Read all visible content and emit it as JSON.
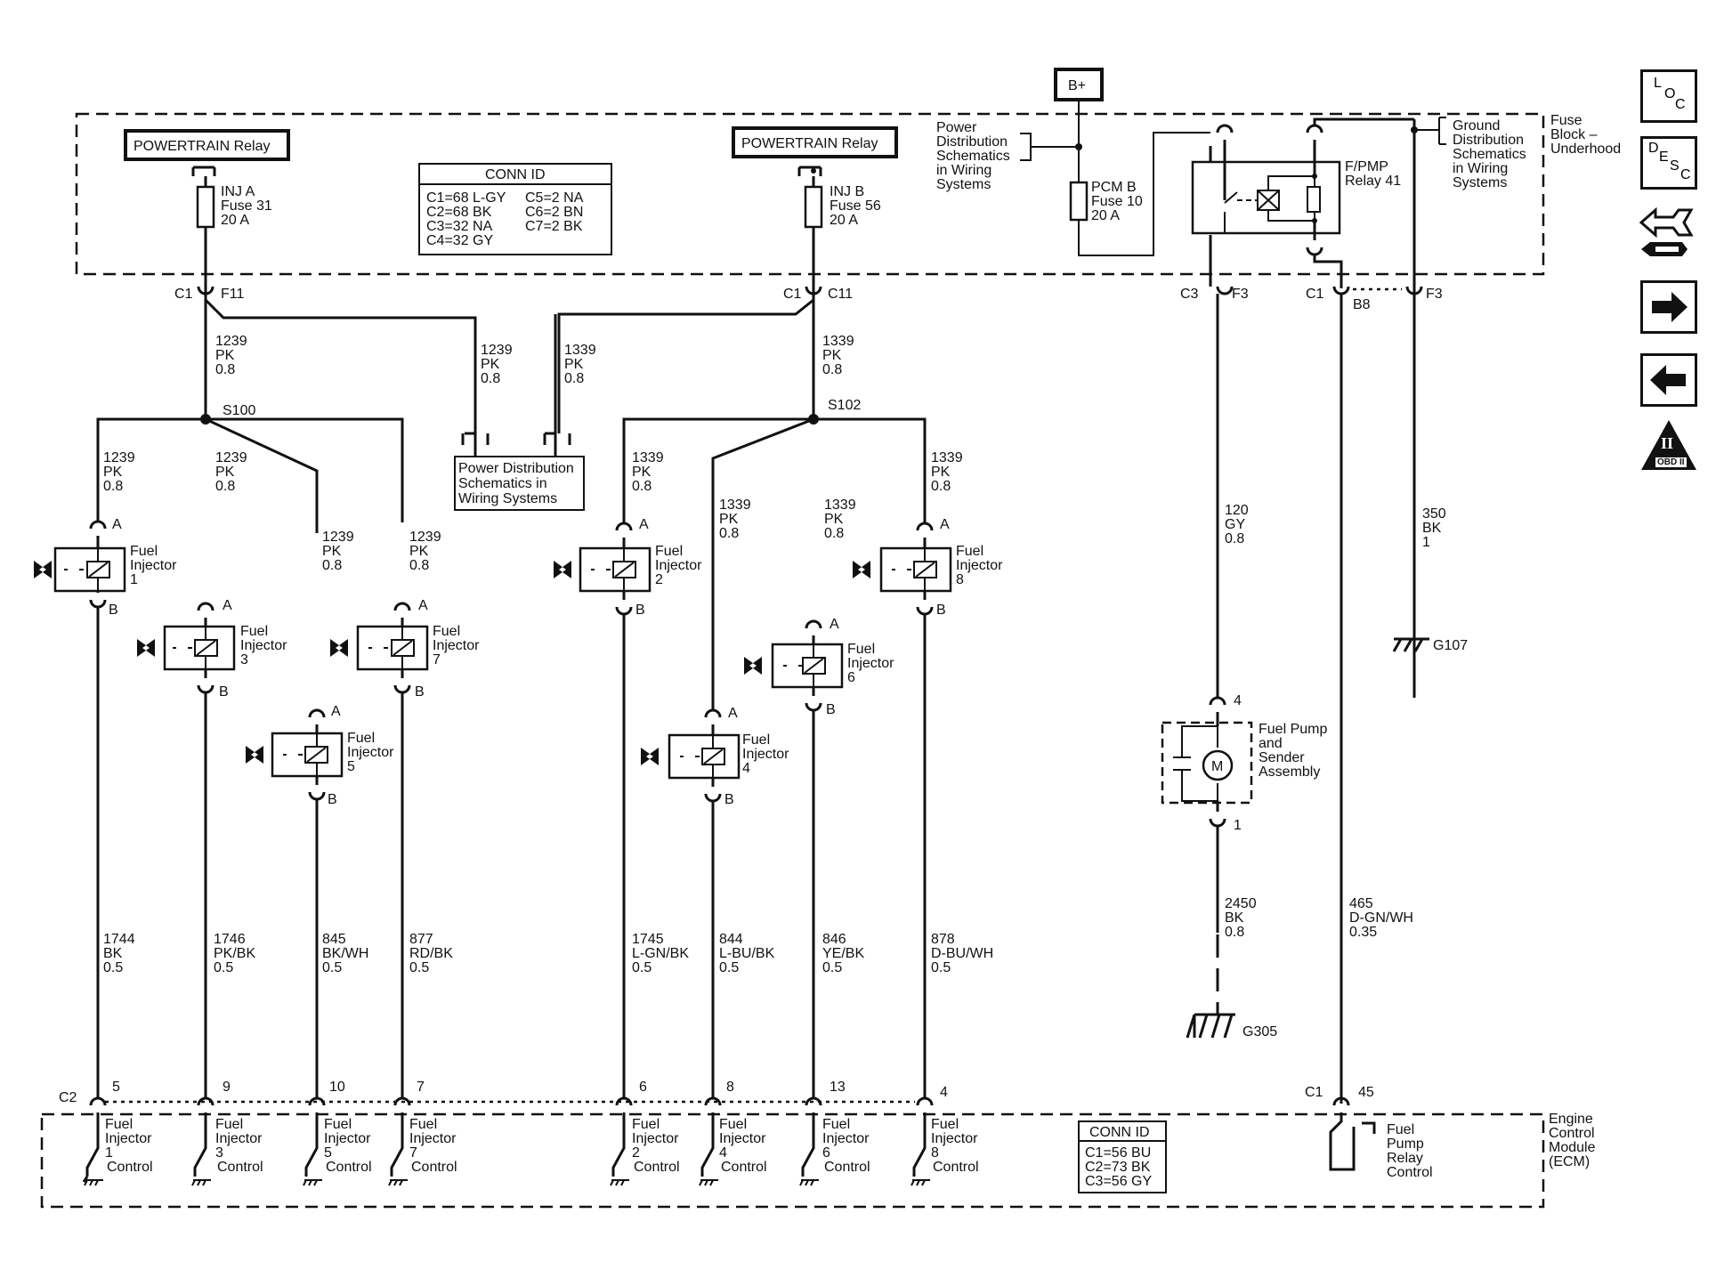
{
  "fuse_block": {
    "label": [
      "Fuse",
      "Block –",
      "Underhood"
    ]
  },
  "ecm": {
    "label": [
      "Engine",
      "Control",
      "Module",
      "(ECM)"
    ]
  },
  "bplus": "B+",
  "relay_left": "POWERTRAIN Relay",
  "relay_right": "POWERTRAIN Relay",
  "fuses": {
    "inj_a": [
      "INJ A",
      "Fuse 31",
      "20 A"
    ],
    "inj_b": [
      "INJ B",
      "Fuse 56",
      "20 A"
    ],
    "pcm_b": [
      "PCM B",
      "Fuse 10",
      "20 A"
    ]
  },
  "conn_id_top": {
    "title": "CONN ID",
    "rows": [
      [
        "C1=68 L-GY",
        "C5=2 NA"
      ],
      [
        "C2=68 BK",
        "C6=2 BN"
      ],
      [
        "C3=32 NA",
        "C7=2 BK"
      ],
      [
        "C4=32 GY",
        ""
      ]
    ]
  },
  "conn_id_bottom": {
    "title": "CONN ID",
    "rows": [
      "C1=56 BU",
      "C2=73 BK",
      "C3=56 GY"
    ]
  },
  "power_dist_top": [
    "Power",
    "Distribution",
    "Schematics",
    "in Wiring",
    "Systems"
  ],
  "power_dist_mid": [
    "Power Distribution",
    "Schematics in",
    "Wiring  Systems"
  ],
  "ground_dist": [
    "Ground",
    "Distribution",
    "Schematics",
    "in Wiring",
    "Systems"
  ],
  "fpmp_relay": [
    "F/PMP",
    "Relay 41"
  ],
  "connectors": {
    "c1_f11": [
      "C1",
      "F11"
    ],
    "c1_c11": [
      "C1",
      "C11"
    ],
    "c3_f3": [
      "C3",
      "F3"
    ],
    "c1_b8": [
      "C1",
      "B8"
    ],
    "f3": "F3",
    "c2": "C2",
    "c1_45": [
      "C1",
      "45"
    ]
  },
  "splices": {
    "s100": "S100",
    "s102": "S102"
  },
  "wires": {
    "w1239_main": [
      "1239",
      "PK",
      "0.8"
    ],
    "w1239_pd": [
      "1239",
      "PK",
      "0.8"
    ],
    "w1339_pd": [
      "1339",
      "PK",
      "0.8"
    ],
    "w1339_main": [
      "1339",
      "PK",
      "0.8"
    ],
    "inj1_top": [
      "1239",
      "PK",
      "0.8"
    ],
    "inj3_top": [
      "1239",
      "PK",
      "0.8"
    ],
    "inj5_top": [
      "1239",
      "PK",
      "0.8"
    ],
    "inj7_top": [
      "1239",
      "PK",
      "0.8"
    ],
    "inj2_top": [
      "1339",
      "PK",
      "0.8"
    ],
    "inj4_top": [
      "1339",
      "PK",
      "0.8"
    ],
    "inj6_top": [
      "1339",
      "PK",
      "0.8"
    ],
    "inj8_top": [
      "1339",
      "PK",
      "0.8"
    ],
    "w120": [
      "120",
      "GY",
      "0.8"
    ],
    "w350": [
      "350",
      "BK",
      "1"
    ],
    "w2450": [
      "2450",
      "BK",
      "0.8"
    ],
    "w465": [
      "465",
      "D-GN/WH",
      "0.35"
    ],
    "w1744": [
      "1744",
      "BK",
      "0.5"
    ],
    "w1746": [
      "1746",
      "PK/BK",
      "0.5"
    ],
    "w845": [
      "845",
      "BK/WH",
      "0.5"
    ],
    "w877": [
      "877",
      "RD/BK",
      "0.5"
    ],
    "w1745": [
      "1745",
      "L-GN/BK",
      "0.5"
    ],
    "w844": [
      "844",
      "L-BU/BK",
      "0.5"
    ],
    "w846": [
      "846",
      "YE/BK",
      "0.5"
    ],
    "w878": [
      "878",
      "D-BU/WH",
      "0.5"
    ]
  },
  "injectors": {
    "i1": [
      "Fuel",
      "Injector",
      "1"
    ],
    "i2": [
      "Fuel",
      "Injector",
      "2"
    ],
    "i3": [
      "Fuel",
      "Injector",
      "3"
    ],
    "i4": [
      "Fuel",
      "Injector",
      "4"
    ],
    "i5": [
      "Fuel",
      "Injector",
      "5"
    ],
    "i6": [
      "Fuel",
      "Injector",
      "6"
    ],
    "i7": [
      "Fuel",
      "Injector",
      "7"
    ],
    "i8": [
      "Fuel",
      "Injector",
      "8"
    ]
  },
  "pin_a": "A",
  "pin_b": "B",
  "pump": {
    "label": [
      "Fuel Pump",
      "and",
      "Sender",
      "Assembly"
    ],
    "pin_top": "4",
    "pin_bottom": "1",
    "motor": "M"
  },
  "grounds": {
    "g107": "G107",
    "g305": "G305"
  },
  "ecm_pins": {
    "p5": "5",
    "p9": "9",
    "p10": "10",
    "p7": "7",
    "p6": "6",
    "p8": "8",
    "p13": "13",
    "p4": "4"
  },
  "controls": {
    "c1": [
      "Fuel",
      "Injector",
      "1",
      "Control"
    ],
    "c3": [
      "Fuel",
      "Injector",
      "3",
      "Control"
    ],
    "c5": [
      "Fuel",
      "Injector",
      "5",
      "Control"
    ],
    "c7": [
      "Fuel",
      "Injector",
      "7",
      "Control"
    ],
    "c2": [
      "Fuel",
      "Injector",
      "2",
      "Control"
    ],
    "c4": [
      "Fuel",
      "Injector",
      "4",
      "Control"
    ],
    "c6": [
      "Fuel",
      "Injector",
      "6",
      "Control"
    ],
    "c8": [
      "Fuel",
      "Injector",
      "8",
      "Control"
    ],
    "pump_relay": [
      "Fuel",
      "Pump",
      "Relay",
      "Control"
    ]
  },
  "nav": {
    "loc": [
      "L",
      "O",
      "C"
    ],
    "desc": [
      "D",
      "E",
      "S",
      "C"
    ],
    "obd": "OBD II",
    "obd_mark": "II"
  }
}
